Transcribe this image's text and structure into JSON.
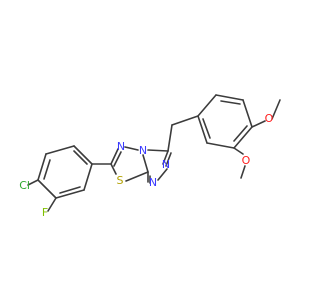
{
  "molecule": {
    "atoms": [
      {
        "id": "N1",
        "label": "N",
        "color": "#3b3bff"
      },
      {
        "id": "N2",
        "label": "N",
        "color": "#3b3bff"
      },
      {
        "id": "N3",
        "label": "N",
        "color": "#3b3bff"
      },
      {
        "id": "N4",
        "label": "N",
        "color": "#3b3bff"
      },
      {
        "id": "S1",
        "label": "S",
        "color": "#b3a100"
      },
      {
        "id": "F1",
        "label": "F",
        "color": "#80c000"
      },
      {
        "id": "Cl1",
        "label": "Cl",
        "color": "#2fa82f"
      },
      {
        "id": "O1",
        "label": "O",
        "color": "#ff2020"
      },
      {
        "id": "O2",
        "label": "O",
        "color": "#ff2020"
      }
    ]
  }
}
